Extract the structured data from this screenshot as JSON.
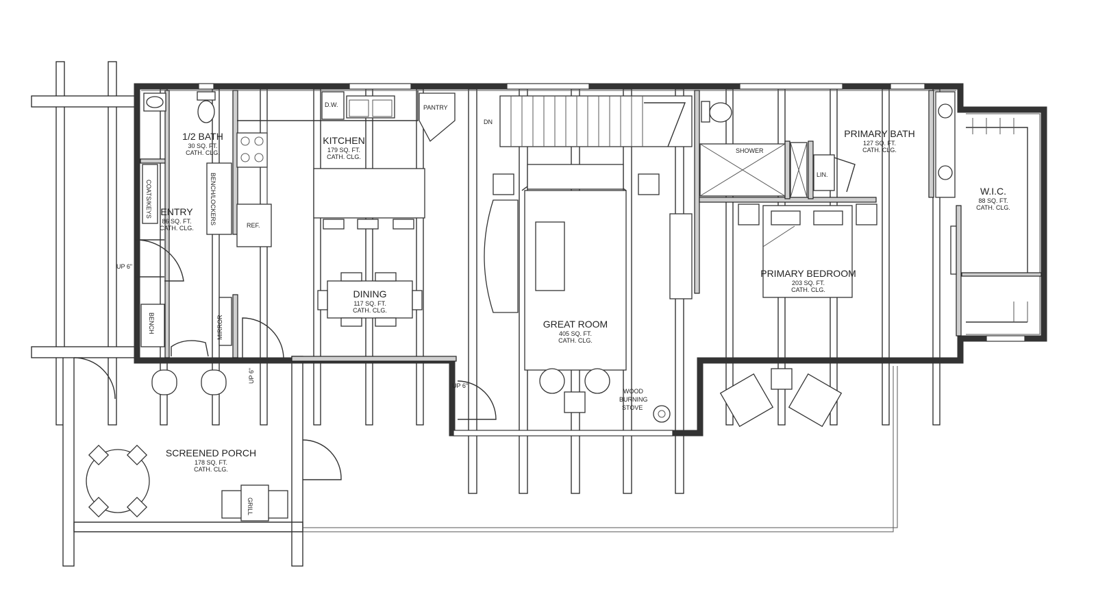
{
  "rooms": {
    "half_bath": {
      "name": "1/2 BATH",
      "area": "30 SQ. FT.",
      "ceiling": "CATH. CLG."
    },
    "entry": {
      "name": "ENTRY",
      "area": "86 SQ. FT.",
      "ceiling": "CATH. CLG."
    },
    "kitchen": {
      "name": "KITCHEN",
      "area": "179 SQ. FT.",
      "ceiling": "CATH. CLG."
    },
    "dining": {
      "name": "DINING",
      "area": "117 SQ. FT.",
      "ceiling": "CATH. CLG."
    },
    "great_room": {
      "name": "GREAT ROOM",
      "area": "405 SQ. FT.",
      "ceiling": "CATH. CLG."
    },
    "primary_bath": {
      "name": "PRIMARY BATH",
      "area": "127 SQ. FT.",
      "ceiling": "CATH. CLG."
    },
    "primary_bedroom": {
      "name": "PRIMARY BEDROOM",
      "area": "203 SQ. FT.",
      "ceiling": "CATH. CLG."
    },
    "wic": {
      "name": "W.I.C.",
      "area": "88 SQ. FT.",
      "ceiling": "CATH. CLG."
    },
    "screened_porch": {
      "name": "SCREENED PORCH",
      "area": "178 SQ. FT.",
      "ceiling": "CATH. CLG."
    }
  },
  "labels": {
    "coats_keys": "COATS/KEYS",
    "bench_lockers": "BENCH/LOCKERS",
    "bench": "BENCH",
    "mirror": "MIRROR",
    "ref": "REF.",
    "dw": "D.W.",
    "pantry": "PANTRY",
    "dn": "DN",
    "shower": "SHOWER",
    "lin": "LIN.",
    "grill": "GRILL",
    "up_entry": "UP 6\"",
    "up_porch": "UP 6\"",
    "up_great": "UP 6\"",
    "stove_1": "WOOD",
    "stove_2": "BURNING",
    "stove_3": "STOVE"
  }
}
